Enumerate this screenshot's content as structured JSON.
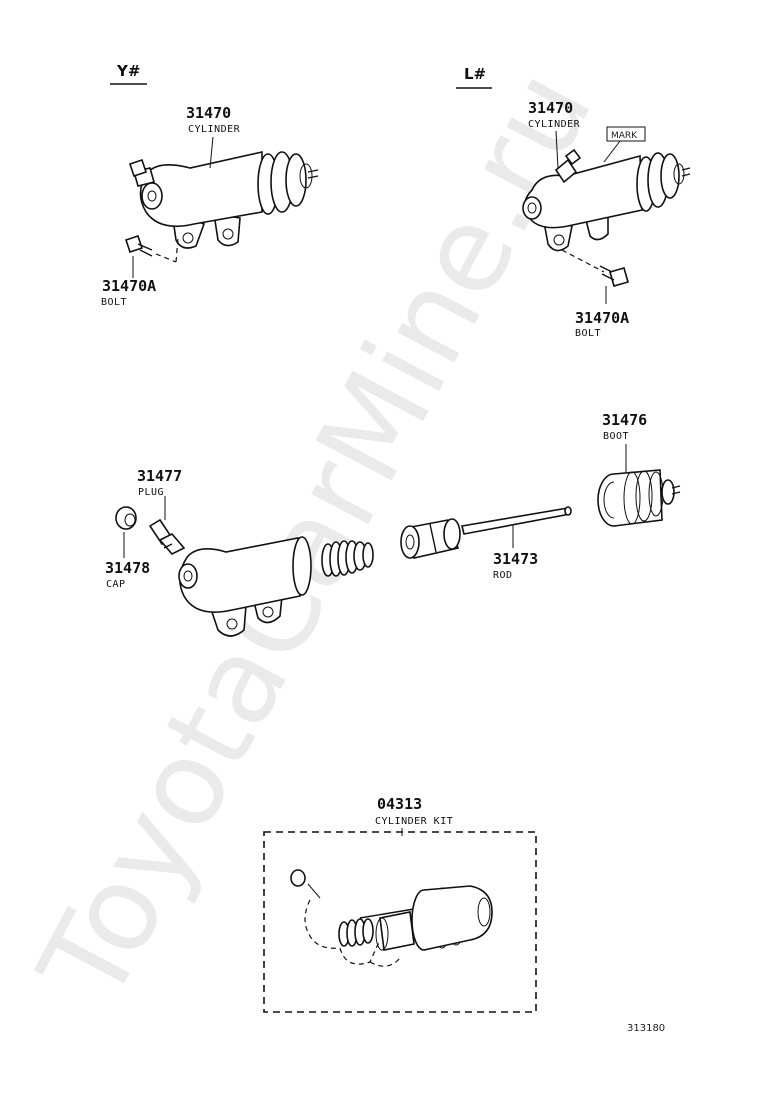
{
  "watermark": "ToyotaCarMine.ru",
  "variants": {
    "left": "Y#",
    "right": "L#"
  },
  "parts": {
    "cylinder_y": {
      "number": "31470",
      "name": "CYLINDER"
    },
    "bolt_y": {
      "number": "31470A",
      "name": "BOLT"
    },
    "cylinder_l": {
      "number": "31470",
      "name": "CYLINDER"
    },
    "mark_label": "MARK",
    "bolt_l": {
      "number": "31470A",
      "name": "BOLT"
    },
    "plug": {
      "number": "31477",
      "name": "PLUG"
    },
    "cap": {
      "number": "31478",
      "name": "CAP"
    },
    "boot": {
      "number": "31476",
      "name": "BOOT"
    },
    "rod": {
      "number": "31473",
      "name": "ROD"
    },
    "kit": {
      "number": "04313",
      "name": "CYLINDER KIT"
    }
  },
  "diagram_ref": "313180"
}
